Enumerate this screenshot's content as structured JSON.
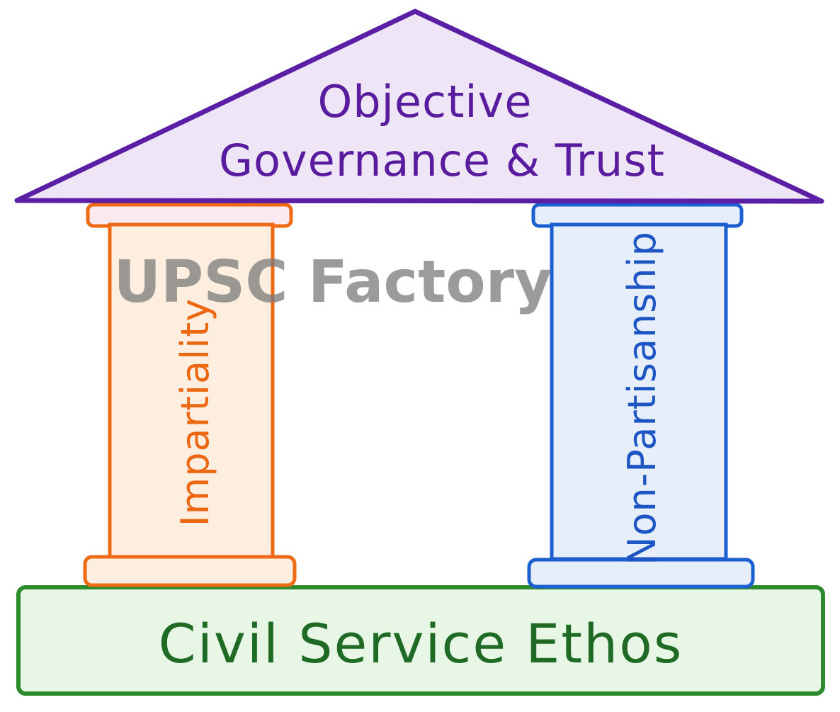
{
  "roof": {
    "line1": "Objective",
    "line2": "Governance & Trust"
  },
  "pillars": {
    "left": {
      "label": "Impartiality"
    },
    "right": {
      "label": "Non-Partisanship"
    }
  },
  "base": {
    "label": "Civil Service Ethos"
  },
  "watermark": {
    "text": "UPSC Factory"
  },
  "colors": {
    "roof_stroke": "#5b1fa6",
    "roof_fill": "#eee6f7",
    "roof_text": "#5a1c9e",
    "left_stroke": "#ee6a14",
    "left_fill": "#fdeee0",
    "left_text": "#ec6712",
    "right_stroke": "#1c5fd1",
    "right_fill": "#e6eefa",
    "right_text": "#1e55c4",
    "base_stroke": "#2c8a2c",
    "base_fill": "#e8f6e6",
    "base_text": "#1f6b25",
    "watermark": "#7a7a7a"
  }
}
